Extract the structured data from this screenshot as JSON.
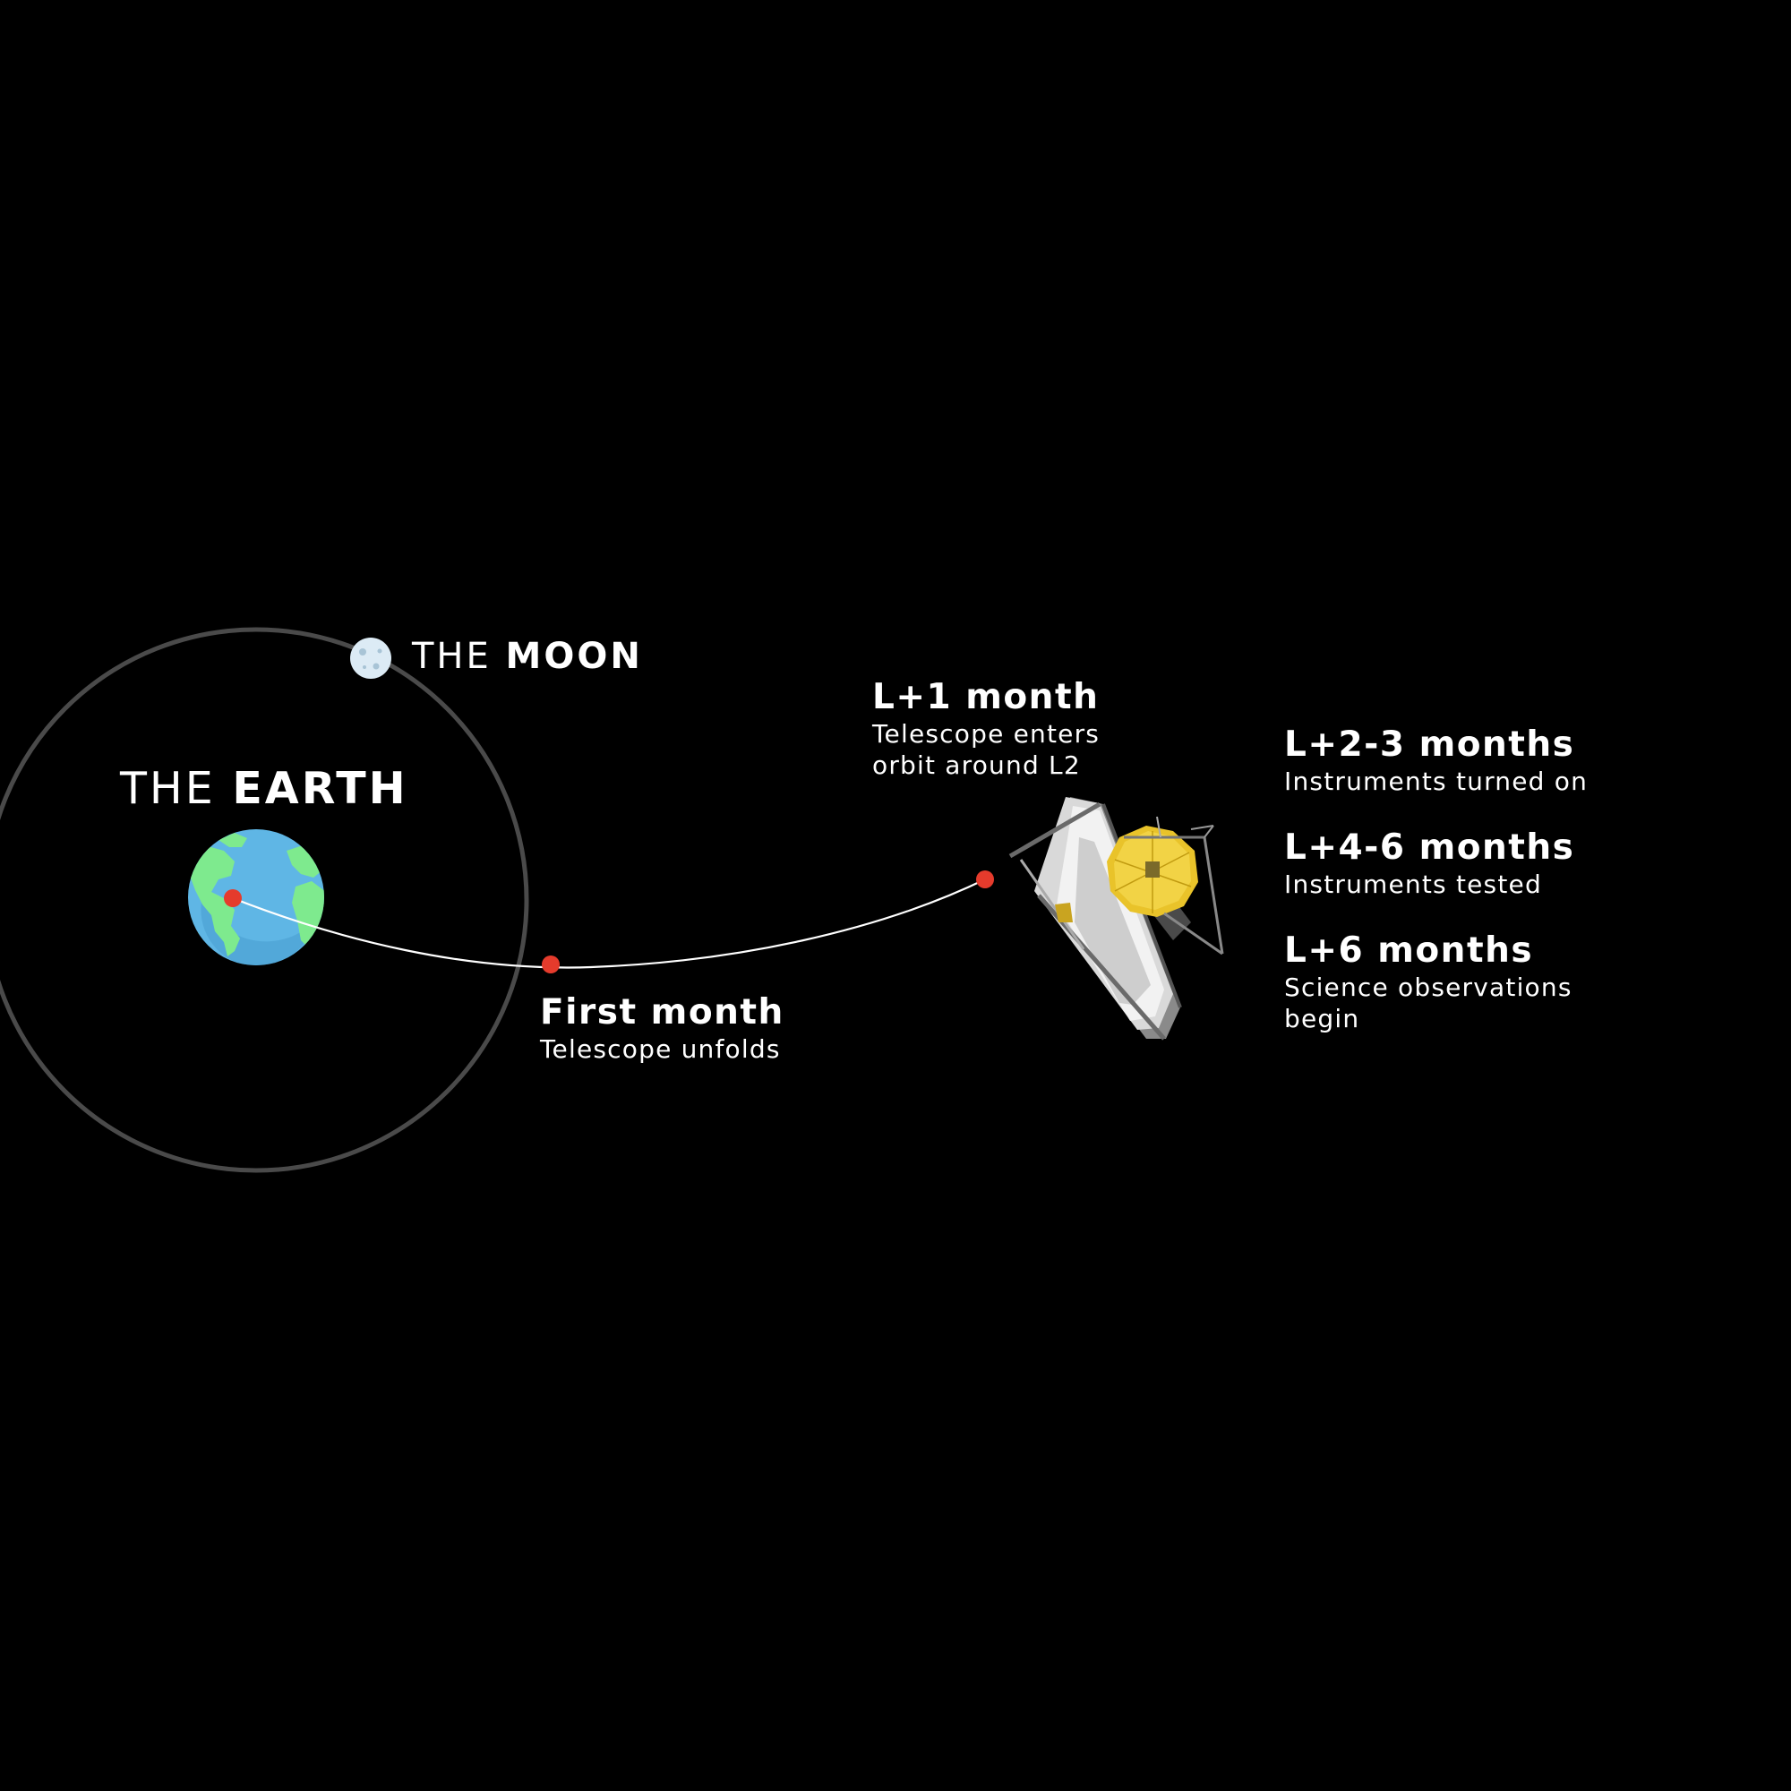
{
  "earth": {
    "label_prefix": "THE",
    "label_name": "EARTH",
    "icon": "earth-globe-icon"
  },
  "moon": {
    "label_prefix": "THE",
    "label_name": "MOON",
    "icon": "moon-icon"
  },
  "telescope": {
    "icon": "space-telescope-icon"
  },
  "colors": {
    "background": "#000000",
    "orbit": "#4a4a4a",
    "trajectory": "#ffffff",
    "marker": "#e53b2c",
    "earth_ocean": "#5fb6e5",
    "earth_land": "#7eea8e",
    "moon": "#dcebf5",
    "mirror": "#e9c32a"
  },
  "milestones": [
    {
      "title": "First month",
      "description": [
        "Telescope unfolds"
      ]
    },
    {
      "title": "L+1 month",
      "description": [
        "Telescope enters",
        "orbit around L2"
      ]
    },
    {
      "title": "L+2-3 months",
      "description": [
        "Instruments turned on"
      ]
    },
    {
      "title": "L+4-6 months",
      "description": [
        "Instruments tested"
      ]
    },
    {
      "title": "L+6 months",
      "description": [
        "Science observations",
        "begin"
      ]
    }
  ]
}
